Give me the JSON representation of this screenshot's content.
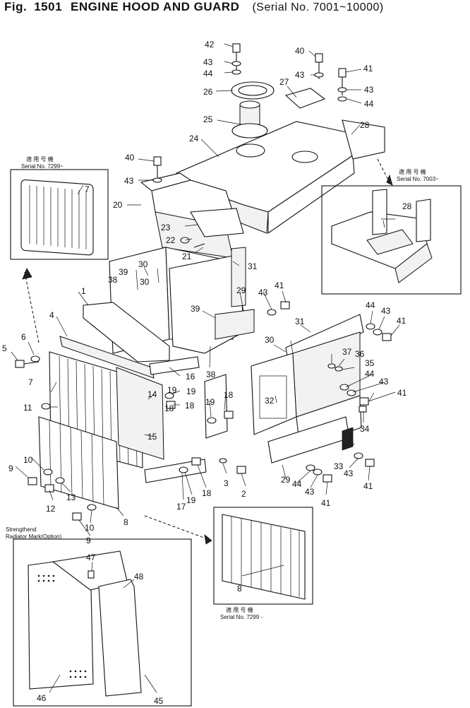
{
  "figure": {
    "fig_label": "Fig.",
    "fig_number": "1501",
    "title": "ENGINE HOOD AND GUARD",
    "serial_range": "(Serial No. 7001~10000)"
  },
  "callouts": {
    "inset_top_left_jp": "適 用 号 機",
    "inset_top_left_serial": "Serial No. 7299~",
    "inset_right_jp": "適 用 号 機",
    "inset_right_serial": "Serial No. 7003~",
    "inset_bottom_right_jp": "適 用 号 機",
    "inset_bottom_right_serial": "Serial No. 7299 -",
    "option_line1": "Strengthend",
    "option_line2": "Radiator Mark(Option)"
  },
  "part_numbers": [
    "1",
    "2",
    "3",
    "4",
    "5",
    "6",
    "7",
    "8",
    "9",
    "10",
    "11",
    "12",
    "13",
    "14",
    "15",
    "16",
    "17",
    "18",
    "19",
    "20",
    "21",
    "22",
    "23",
    "24",
    "25",
    "26",
    "27",
    "28",
    "29",
    "30",
    "31",
    "32",
    "33",
    "34",
    "35",
    "36",
    "37",
    "38",
    "39",
    "40",
    "41",
    "42",
    "43",
    "44",
    "45",
    "46",
    "47",
    "48"
  ]
}
